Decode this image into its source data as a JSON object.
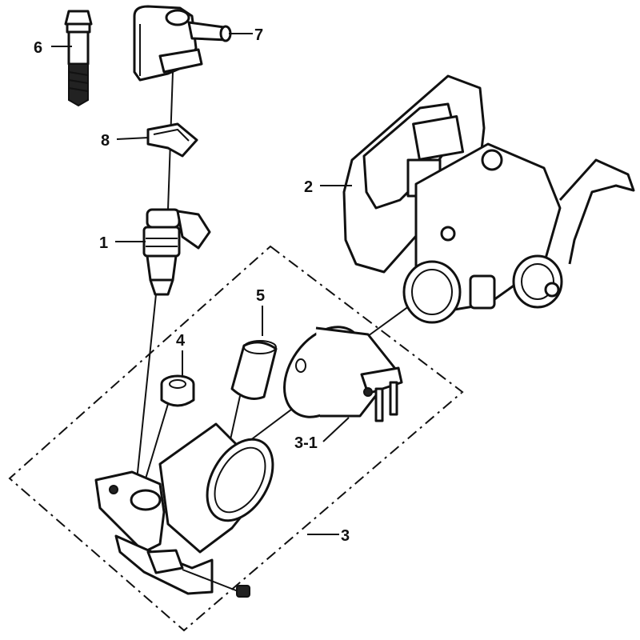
{
  "callouts": {
    "c1": "1",
    "c2": "2",
    "c3": "3",
    "c3_1": "3-1",
    "c4": "4",
    "c5": "5",
    "c6": "6",
    "c7": "7",
    "c8": "8"
  }
}
